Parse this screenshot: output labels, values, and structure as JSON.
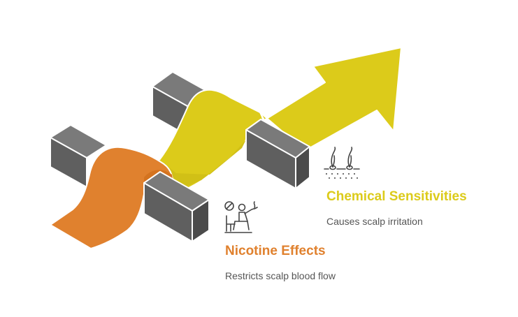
{
  "items": [
    {
      "title": "Chemical Sensitivities",
      "description": "Causes scalp irritation",
      "color": "#DCCB1A",
      "icon": "hair-follicle-icon"
    },
    {
      "title": "Nicotine Effects",
      "description": "Restricts scalp blood flow",
      "color": "#E0812E",
      "icon": "person-smoking-icon"
    }
  ],
  "colors": {
    "block_front": "#5F5F5F",
    "block_top": "#7A7A7A",
    "block_side": "#4B4B4B",
    "block_edge": "#FFFFFF",
    "icon_stroke": "#444444"
  }
}
